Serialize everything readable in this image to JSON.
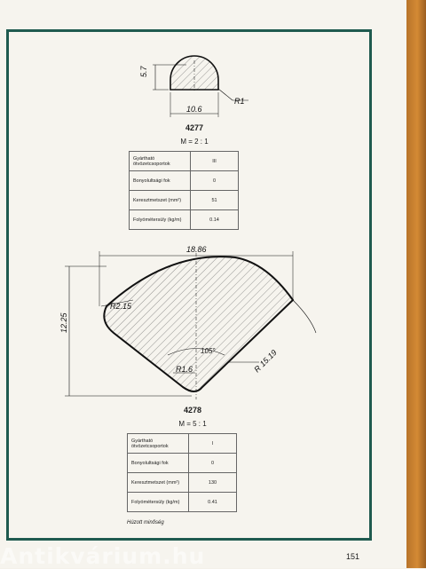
{
  "profile_a": {
    "code": "4277",
    "scale": "M = 2 : 1",
    "dims": {
      "height": "5.7",
      "width": "10.6",
      "radius": "R1"
    },
    "rows": [
      {
        "key": "Gyártható ötvözetcsoportok",
        "value": "III"
      },
      {
        "key": "Bonyolultsági fok",
        "value": "0"
      },
      {
        "key": "Keresztmetszet (mm²)",
        "value": "51"
      },
      {
        "key": "Folyómétersúly (kg/m)",
        "value": "0.14"
      }
    ]
  },
  "profile_b": {
    "code": "4278",
    "scale": "M = 5 : 1",
    "dims": {
      "width": "18.86",
      "height": "12.25",
      "r_corner": "R2.15",
      "r_bottom": "R1.6",
      "angle": "105°",
      "r_arc": "R 15.19"
    },
    "rows": [
      {
        "key": "Gyártható ötvözetcsoportok",
        "value": "I"
      },
      {
        "key": "Bonyolultsági fok",
        "value": "0"
      },
      {
        "key": "Keresztmetszet (mm²)",
        "value": "130"
      },
      {
        "key": "Folyómétersúly (kg/m)",
        "value": "0.41"
      }
    ]
  },
  "footnote": "Húzott minőség",
  "page_number": "151",
  "watermark": "Antikvárium.hu"
}
